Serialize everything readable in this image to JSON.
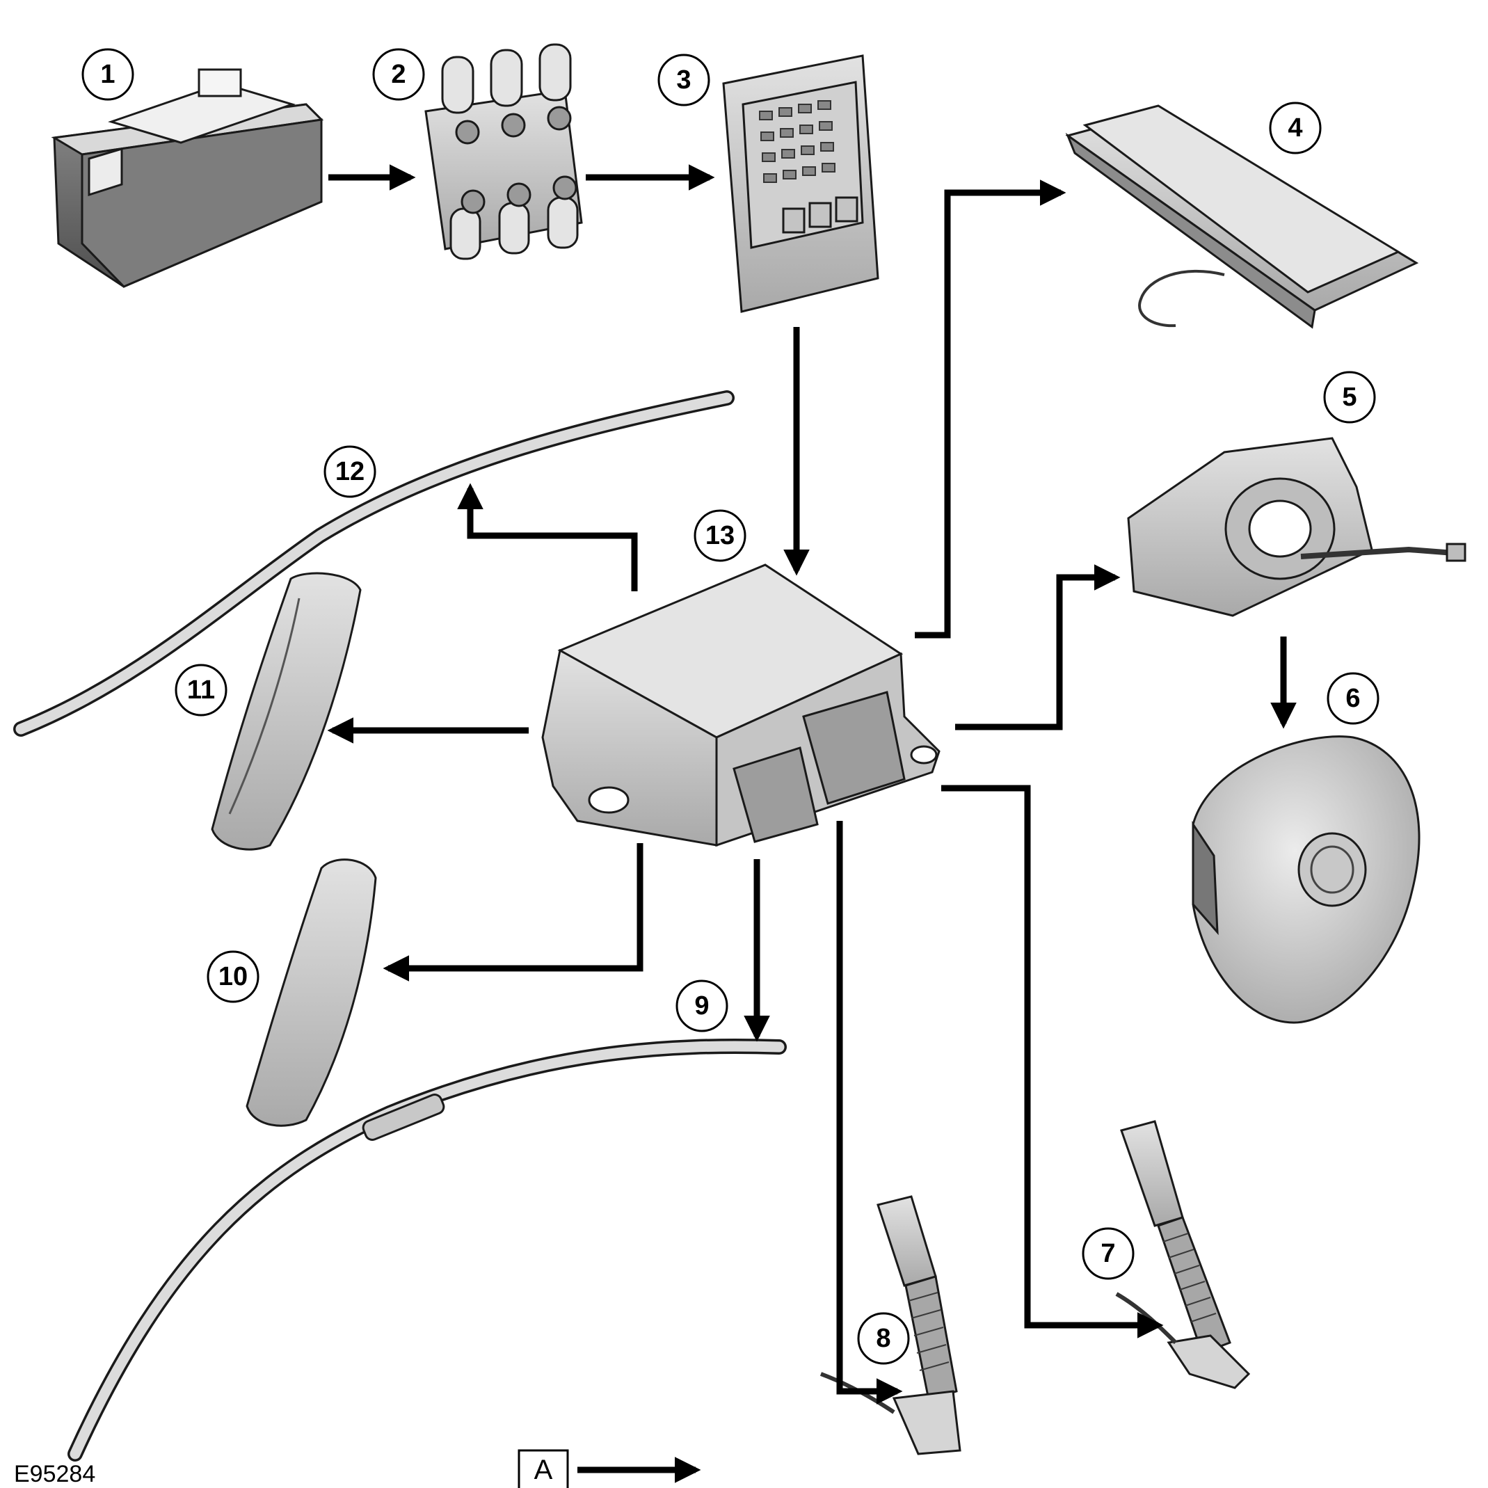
{
  "figure_id": "E95284",
  "legend": {
    "label": "A"
  },
  "components": [
    {
      "id": "battery",
      "callout": "1"
    },
    {
      "id": "battery-junction-box",
      "callout": "2"
    },
    {
      "id": "central-junction-box",
      "callout": "3"
    },
    {
      "id": "passenger-airbag",
      "callout": "4"
    },
    {
      "id": "clockspring",
      "callout": "5"
    },
    {
      "id": "driver-airbag",
      "callout": "6"
    },
    {
      "id": "seatbelt-buckle-right",
      "callout": "7"
    },
    {
      "id": "seatbelt-buckle-left",
      "callout": "8"
    },
    {
      "id": "curtain-airbag-left",
      "callout": "9"
    },
    {
      "id": "side-airbag-rear",
      "callout": "10"
    },
    {
      "id": "side-airbag-front",
      "callout": "11"
    },
    {
      "id": "curtain-airbag-right",
      "callout": "12"
    },
    {
      "id": "restraints-control-module",
      "callout": "13"
    }
  ],
  "colors": {
    "line": "#000000",
    "component_fill": "#cfcfcf",
    "component_dark": "#6e6e6e"
  }
}
